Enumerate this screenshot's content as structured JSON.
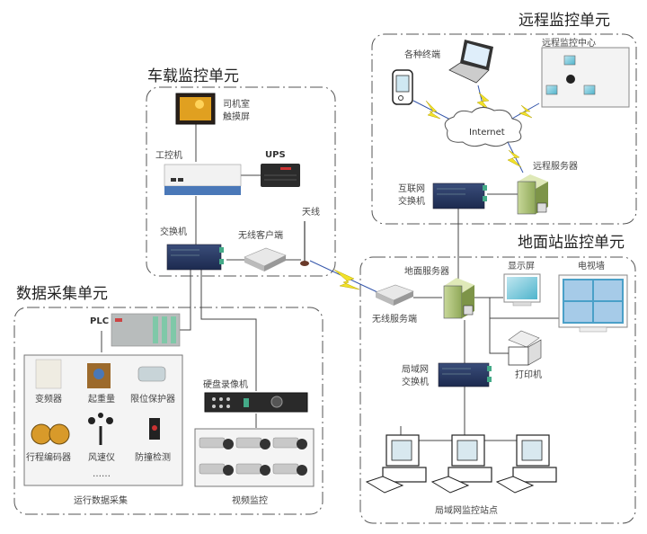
{
  "units": {
    "remote": {
      "title": "远程监控单元",
      "terminals_label": "各种终端",
      "center_label": "远程监控中心",
      "internet_label": "Internet",
      "server_label": "远程服务器",
      "switch_label_1": "互联网",
      "switch_label_2": "交换机"
    },
    "vehicle": {
      "title": "车载监控单元",
      "touchscreen_label_1": "司机室",
      "touchscreen_label_2": "触摸屏",
      "ipc_label": "工控机",
      "ups_label": "UPS",
      "antenna_label": "天线",
      "switch_label": "交换机",
      "wireless_client_label": "无线客户端"
    },
    "ground": {
      "title": "地面站监控单元",
      "server_label": "地面服务器",
      "display_label": "显示屏",
      "tv_wall_label": "电视墙",
      "wireless_server_label": "无线服务端",
      "printer_label": "打印机",
      "lan_switch_label_1": "局域网",
      "lan_switch_label_2": "交换机",
      "stations_label": "局域网监控站点"
    },
    "data": {
      "title": "数据采集单元",
      "plc_label": "PLC",
      "sensors": [
        "变频器",
        "起重量",
        "限位保护器",
        "行程编码器",
        "风速仪",
        "防撞检测"
      ],
      "ellipsis": "……",
      "operation_label": "运行数据采集",
      "dvr_label": "硬盘录像机",
      "video_label": "视频监控"
    }
  }
}
